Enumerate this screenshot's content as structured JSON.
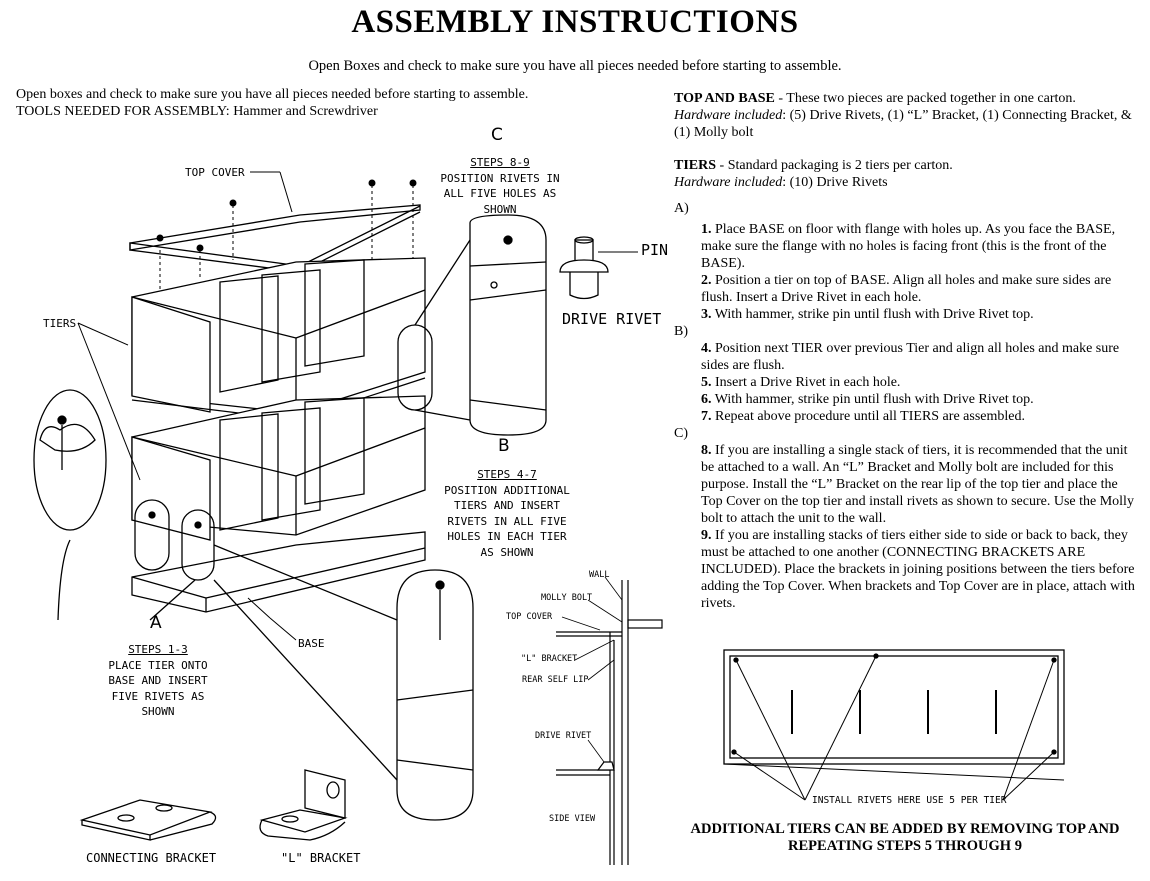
{
  "header": {
    "title": "ASSEMBLY INSTRUCTIONS",
    "subtitle": "Open Boxes and check to make sure you have all pieces needed before starting to assemble."
  },
  "intro": {
    "line1": "Open boxes and check to make sure you have all pieces needed before starting to assemble.",
    "line2": "TOOLS NEEDED FOR ASSEMBLY:  Hammer and Screwdriver"
  },
  "top_base": {
    "heading": "TOP AND BASE",
    "text": " - These two pieces are packed together in one carton.",
    "hardware_label": "Hardware included",
    "hardware_text": ":  (5) Drive Rivets, (1) “L” Bracket, (1) Connecting Bracket, & (1) Molly bolt"
  },
  "tiers_info": {
    "heading": "TIERS",
    "text": " - Standard packaging is 2 tiers per carton.",
    "hardware_label": "Hardware included",
    "hardware_text": ":  (10) Drive Rivets"
  },
  "sections": [
    {
      "label": "A)",
      "steps": [
        {
          "num": "1.",
          "text": " Place BASE on floor with flange with holes up.  As you face the BASE, make sure the flange with no holes is facing front (this is the front of the BASE)."
        },
        {
          "num": "2.",
          "text": " Position a tier on top of BASE.  Align all holes and make sure sides are flush.  Insert a Drive Rivet in each hole."
        },
        {
          "num": "3.",
          "text": " With hammer, strike pin until flush with Drive Rivet top."
        }
      ]
    },
    {
      "label": "B)",
      "steps": [
        {
          "num": "4.",
          "text": " Position next TIER over previous Tier and align all holes and make sure sides are flush."
        },
        {
          "num": "5.",
          "text": " Insert a Drive Rivet in each hole."
        },
        {
          "num": "6.",
          "text": " With hammer, strike pin until flush with Drive Rivet top."
        },
        {
          "num": "7.",
          "text": " Repeat above procedure until all TIERS are assembled."
        }
      ]
    },
    {
      "label": "C)",
      "steps": [
        {
          "num": "8.",
          "text": " If you are installing a single stack of tiers, it is recommended that the unit be attached to a wall.  An “L” Bracket and Molly bolt are included for this purpose.  Install the “L” Bracket on the rear lip of the top tier and place the Top Cover on the top tier and install rivets as shown to secure.  Use the Molly bolt to attach the unit to the wall."
        },
        {
          "num": "9.",
          "text": " If you are installing stacks of tiers either side to side or back to back, they must be attached to one another (CONNECTING BRACKETS ARE INCLUDED).  Place the brackets in joining positions between the tiers before adding the Top Cover.  When brackets and Top Cover are in place, attach with rivets."
        }
      ]
    }
  ],
  "footer_note": {
    "line1": "ADDITIONAL TIERS CAN BE ADDED BY REMOVING TOP AND",
    "line2": "REPEATING STEPS 5 THROUGH 9"
  },
  "diagram": {
    "top_cover": "TOP COVER",
    "tiers": "TIERS",
    "base": "BASE",
    "pin": "PIN",
    "drive_rivet": "DRIVE RIVET",
    "step_c": {
      "letter": "C",
      "title": "STEPS 8-9",
      "lines": [
        "POSITION RIVETS IN",
        "ALL FIVE HOLES AS",
        "SHOWN"
      ]
    },
    "step_b": {
      "letter": "B",
      "title": "STEPS 4-7",
      "lines": [
        "POSITION ADDITIONAL",
        "TIERS AND INSERT",
        "RIVETS IN ALL FIVE",
        "HOLES IN EACH TIER",
        "AS SHOWN"
      ]
    },
    "step_a": {
      "letter": "A",
      "title": "STEPS 1-3",
      "lines": [
        "PLACE TIER ONTO",
        "BASE AND INSERT",
        "FIVE RIVETS AS",
        "SHOWN"
      ]
    },
    "connecting_bracket": "CONNECTING BRACKET",
    "l_bracket": "\"L\" BRACKET",
    "side_view": {
      "wall": "WALL",
      "molly_bolt": "MOLLY BOLT",
      "top_cover": "TOP COVER",
      "l_bracket": "\"L\" BRACKET",
      "rear_self_lip": "REAR SELF LIP",
      "drive_rivet": "DRIVE RIVET",
      "side_view": "SIDE VIEW"
    },
    "install_rivets": "INSTALL RIVETS HERE USE 5 PER TIER"
  }
}
